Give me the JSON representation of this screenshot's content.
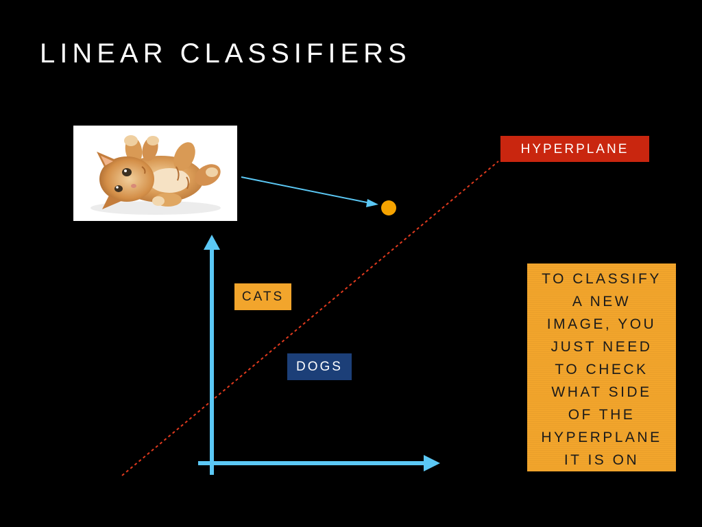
{
  "slide": {
    "title": "LINEAR CLASSIFIERS"
  },
  "labels": {
    "hyperplane": "HYPERPLANE",
    "cats": "CATS",
    "dogs": "DOGS"
  },
  "note": {
    "lines": [
      "TO CLASSIFY",
      "A NEW",
      "IMAGE, YOU",
      "JUST NEED",
      "TO CHECK",
      "WHAT SIDE",
      "OF THE",
      "HYPERPLANE",
      "IT IS ON"
    ]
  },
  "image": {
    "subject": "kitten-photo"
  },
  "colors": {
    "background": "#000000",
    "axis": "#5bc8f5",
    "hyperplane_line": "#e03a1e",
    "hyperplane_tag": "#c9260f",
    "cats_tag": "#f2a52c",
    "dogs_tag": "#1c3f78",
    "point": "#f5a300",
    "note_box": "#f2a52c"
  }
}
